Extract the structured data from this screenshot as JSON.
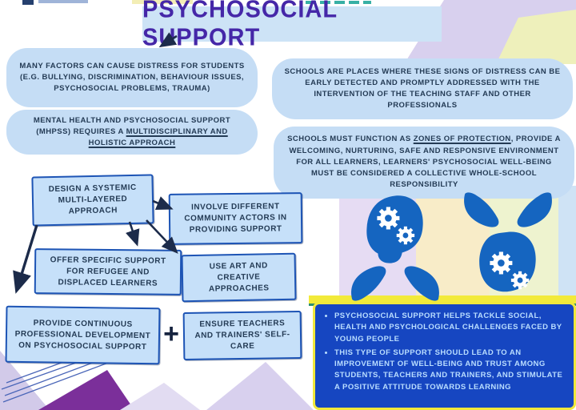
{
  "title": "PSYCHOSOCIAL SUPPORT",
  "top_notes": {
    "factors": "MANY FACTORS CAN CAUSE DISTRESS FOR STUDENTS (E.G. BULLYING, DISCRIMINATION, BEHAVIOUR ISSUES, PSYCHOSOCIAL PROBLEMS, TRAUMA)",
    "mhpss_text": "MENTAL HEALTH AND PSYCHOSOCIAL SUPPORT (MHPSS) REQUIRES A",
    "mhpss_underline": "MULTIDISCIPLINARY AND HOLISTIC APPROACH",
    "schools_detect": "SCHOOLS ARE PLACES WHERE THESE SIGNS OF DISTRESS CAN BE EARLY DETECTED AND PROMPTLY ADDRESSED WITH THE INTERVENTION OF THE TEACHING STAFF AND OTHER PROFESSIONALS",
    "zones_pre": "SCHOOLS MUST FUNCTION AS",
    "zones_underline": "ZONES OF PROTECTION",
    "zones_post": ", PROVIDE A WELCOMING, NURTURING, SAFE AND RESPONSIVE ENVIRONMENT FOR ALL LEARNERS, LEARNERS' PSYCHOSOCIAL WELL-BEING MUST BE CONSIDERED A COLLECTIVE WHOLE-SCHOOL RESPONSIBILITY"
  },
  "action_boxes": {
    "design": "DESIGN A SYSTEMIC MULTI-LAYERED APPROACH",
    "involve": "INVOLVE DIFFERENT COMMUNITY ACTORS IN PROVIDING SUPPORT",
    "offer": "OFFER SPECIFIC SUPPORT FOR REFUGEE AND DISPLACED LEARNERS",
    "art": "USE ART AND CREATIVE APPROACHES",
    "development": "PROVIDE CONTINUOUS PROFESSIONAL DEVELOPMENT ON PSYCHOSOCIAL SUPPORT",
    "plus": "+",
    "selfcare": "ENSURE TEACHERS AND TRAINERS' SELF-CARE"
  },
  "summary_panel": {
    "bullets": [
      "PSYCHOSOCIAL SUPPORT HELPS TACKLE SOCIAL, HEALTH AND PSYCHOLOGICAL CHALLENGES FACED BY YOUNG PEOPLE",
      "THIS TYPE OF SUPPORT SHOULD LEAD TO AN IMPROVEMENT OF WELL-BEING AND TRUST AMONG STUDENTS, TEACHERS AND TRAINERS, AND STIMULATE A POSITIVE ATTITUDE TOWARDS LEARNING"
    ]
  },
  "icons": {
    "left": "head-with-gears-and-supporting-hands",
    "right": "hands-sheltering-head-with-gears"
  },
  "colors": {
    "title": "#4527a8",
    "banner": "#cde3f6",
    "blob": "#c5ddf5",
    "box-fill": "#c6e0f9",
    "box-border": "#1d54b5",
    "ink": "#243b55",
    "panel-bg": "#1646c1",
    "panel-border": "#f0e83b",
    "panel-text": "#b9ddff",
    "icon-blue": "#1565c0",
    "yellow-band": "#f2ea3a",
    "lavender": "#d8d0ee",
    "purple": "#7b2f9a",
    "cream": "#f8ecc8",
    "pale-green": "#eef3cf",
    "pale-yellow": "#eef0bb",
    "arrow": "#1c2b4a"
  }
}
